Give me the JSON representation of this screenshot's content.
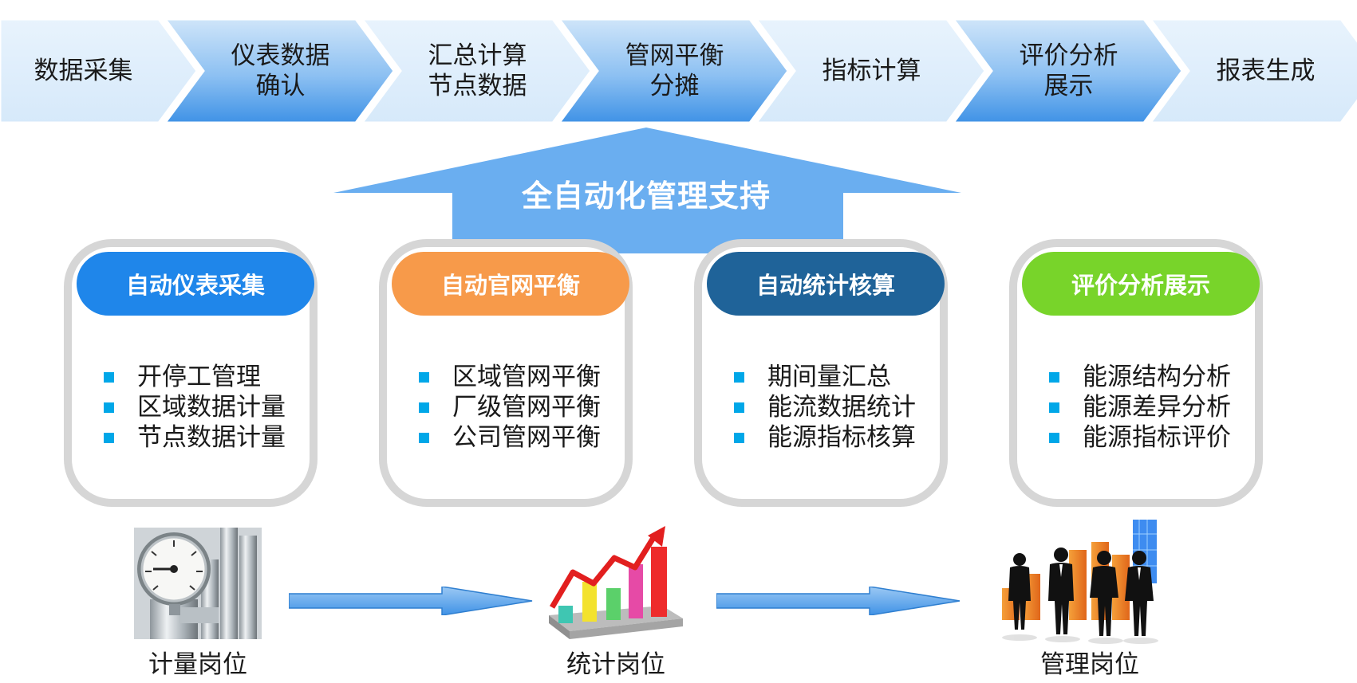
{
  "process_steps": [
    {
      "label": "数据采集"
    },
    {
      "label": "仪表数据\n确认"
    },
    {
      "label": "汇总计算\n节点数据"
    },
    {
      "label": "管网平衡\n分摊"
    },
    {
      "label": "指标计算"
    },
    {
      "label": "评价分析\n展示"
    },
    {
      "label": "报表生成"
    }
  ],
  "support_arrow": {
    "label": "全自动化管理支持"
  },
  "cards": [
    {
      "title": "自动仪表采集",
      "color": "#1f86ea",
      "items": [
        "开停工管理",
        "区域数据计量",
        "节点数据计量"
      ]
    },
    {
      "title": "自动官网平衡",
      "color": "#f79a4a",
      "items": [
        "区域管网平衡",
        "厂级管网平衡",
        "公司管网平衡"
      ]
    },
    {
      "title": "自动统计核算",
      "color": "#1f6399",
      "items": [
        "期间量汇总",
        "能流数据统计",
        "能源指标核算"
      ]
    },
    {
      "title": "评价分析展示",
      "color": "#78d42a",
      "items": [
        "能源结构分析",
        "能源差异分析",
        "能源指标评价"
      ]
    }
  ],
  "roles": [
    {
      "label": "计量岗位",
      "icon": "pressure-gauge-icon"
    },
    {
      "label": "统计岗位",
      "icon": "rising-bar-chart-icon"
    },
    {
      "label": "管理岗位",
      "icon": "business-team-icon"
    }
  ],
  "colors": {
    "chevron_light": "#dfeefb",
    "chevron_dark_top": "#bfdcf6",
    "chevron_dark_bottom": "#4a9ae8",
    "arrow_blue": "#6aaef0",
    "card_border": "#d6d6d6",
    "bullet": "#00a7e8"
  }
}
